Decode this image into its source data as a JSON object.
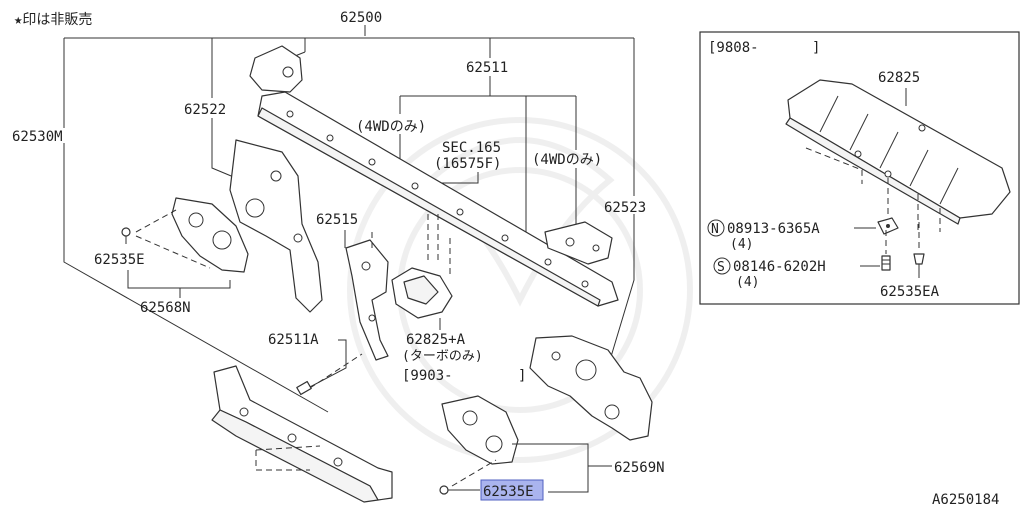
{
  "legend_note": "★印は非販売",
  "drawing_id": "A6250184",
  "labels": {
    "p62500": "62500",
    "p62511": "62511",
    "p62522": "62522",
    "p62530M": "62530M",
    "p62535E_left": "62535E",
    "p62568N": "62568N",
    "p62515": "62515",
    "p62511A": "62511A",
    "p62523": "62523",
    "p62569N": "62569N",
    "p62535E_bottom": "62535E",
    "p62825A": "62825+A",
    "turbo_only": "(ターボのみ)",
    "date_9903": "[9903-",
    "date_9903_close": "]",
    "sec_165": "SEC.165",
    "sec_165_ref": "(16575F)",
    "awd_only_left": "(4WDのみ)",
    "awd_only_right": "(4WDのみ)"
  },
  "inset": {
    "date_open": "[9808-",
    "date_close": "]",
    "p62825": "62825",
    "nut_symbol": "N",
    "nut_part": "08913-6365A",
    "nut_qty": "(4)",
    "screw_symbol": "S",
    "screw_part": "08146-6202H",
    "screw_qty": "(4)",
    "p62535EA": "62535EA"
  }
}
